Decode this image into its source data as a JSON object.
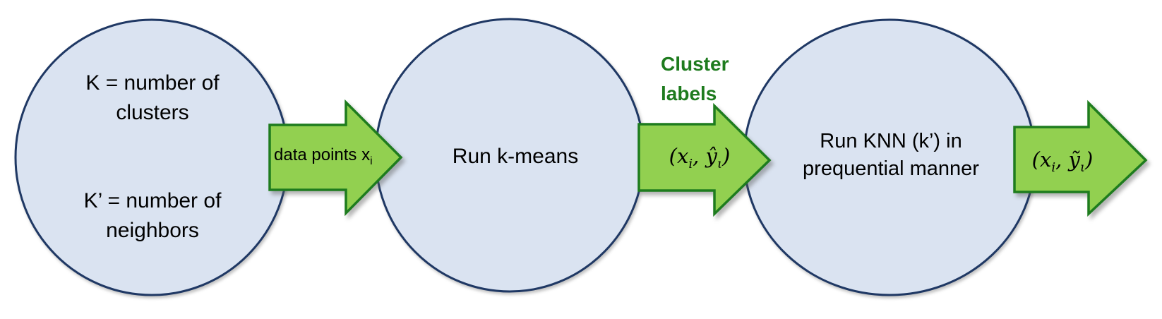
{
  "colors": {
    "background": "#ffffff",
    "node_fill": "#dae3f1",
    "node_border": "#1f3864",
    "arrow_fill": "#92d050",
    "arrow_border": "#1e7c1e",
    "annotation_green": "#1e7b1e",
    "text": "#000000"
  },
  "nodes": {
    "parameters": {
      "clusters": {
        "line1": "K = number of",
        "line2": "clusters"
      },
      "neighbors": {
        "line1": "K’ = number of",
        "line2": "neighbors"
      }
    },
    "kmeans": {
      "label": "Run k-means"
    },
    "knn": {
      "line1": "Run KNN (k’) in",
      "line2": "prequential manner"
    }
  },
  "arrows": {
    "data_points": {
      "label": "data points x",
      "sub": "i"
    },
    "cluster_labels": {
      "title1": "Cluster",
      "title2": "labels",
      "math": {
        "open": "(",
        "x": "x",
        "x_sub": "i",
        "sep": ", ",
        "y": "ŷ",
        "y_sub": "ι",
        "close": ")"
      }
    },
    "predictions": {
      "math": {
        "open": "(",
        "x": "x",
        "x_sub": "i",
        "sep": ", ",
        "y": "ỹ",
        "y_sub": "ι",
        "close": ")"
      }
    }
  }
}
